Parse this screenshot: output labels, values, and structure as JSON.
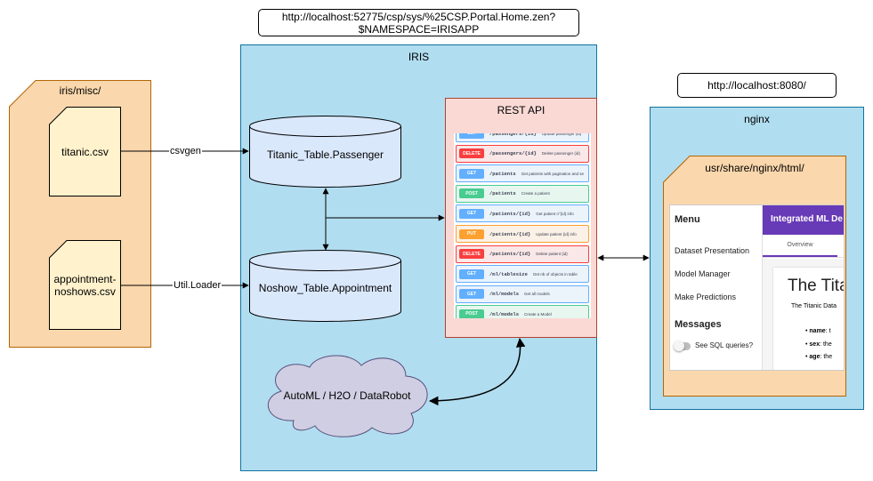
{
  "urls": {
    "iris_portal": "http://localhost:52775/csp/sys/%25CSP.Portal.Home.zen?\n$NAMESPACE=IRISAPP",
    "nginx_host": "http://localhost:8080/"
  },
  "misc_folder": {
    "title": "iris/misc/",
    "files": [
      "titanic.csv",
      "appointment-\nnoshows.csv"
    ]
  },
  "iris": {
    "title": "IRIS",
    "tables": [
      "Titanic_Table.Passenger",
      "Noshow_Table.Appointment"
    ],
    "cloud": "AutoML / H2O / DataRobot"
  },
  "rest_api": {
    "title": "REST API",
    "endpoints": [
      {
        "method": "GET",
        "path": "/passengers/{id}",
        "desc": "Update passenger (id)"
      },
      {
        "method": "DELETE",
        "path": "/passengers/{id}",
        "desc": "Delete passenger (id)"
      },
      {
        "method": "GET",
        "path": "/patients",
        "desc": "Get patients with pagination and se"
      },
      {
        "method": "POST",
        "path": "/patients",
        "desc": "Create a patient"
      },
      {
        "method": "GET",
        "path": "/patients/{id}",
        "desc": "Get patient n°{id} info"
      },
      {
        "method": "PUT",
        "path": "/patients/{id}",
        "desc": "Update patient {id} info"
      },
      {
        "method": "DELETE",
        "path": "/patients/{id}",
        "desc": "Delete patient {id}"
      },
      {
        "method": "GET",
        "path": "/ml/tablesize",
        "desc": "Get nb of objects in table"
      },
      {
        "method": "GET",
        "path": "/ml/models",
        "desc": "Get all models"
      },
      {
        "method": "POST",
        "path": "/ml/models",
        "desc": "Create a Model"
      }
    ],
    "method_colors": {
      "GET": {
        "badge": "#61affe",
        "bg": "#ebf3fb",
        "border": "#61affe"
      },
      "POST": {
        "badge": "#49cc90",
        "bg": "#e8f6f0",
        "border": "#49cc90"
      },
      "PUT": {
        "badge": "#fca130",
        "bg": "#fbf1e6",
        "border": "#fca130"
      },
      "DELETE": {
        "badge": "#f93e3e",
        "bg": "#fae7e7",
        "border": "#f93e3e"
      }
    }
  },
  "edges": {
    "csvgen": "csvgen",
    "util_loader": "Util.Loader"
  },
  "nginx": {
    "title": "nginx",
    "folder": "usr/share/nginx/html/",
    "app": {
      "menu_title": "Menu",
      "menu_items": [
        "Dataset Presentation",
        "Model Manager",
        "Make Predictions"
      ],
      "messages_title": "Messages",
      "toggle_label": "See SQL queries?",
      "header": "Integrated ML De",
      "tab": "Overview",
      "heading": "The Tita",
      "subtext": "The Titanic Data",
      "bullets": [
        {
          "key": "name",
          "rest": ": t"
        },
        {
          "key": "sex",
          "rest": ": the"
        },
        {
          "key": "age",
          "rest": ": the"
        }
      ]
    }
  },
  "colors": {
    "container_fill": "#b1ddf0",
    "container_stroke": "#10739e",
    "folder_fill": "#fad7ac",
    "folder_stroke": "#b46504",
    "file_fill": "#fff2cc",
    "api_fill": "#fad9d5",
    "api_stroke": "#ae4132",
    "cloud_fill": "#d0cee2",
    "cloud_stroke": "#56517e",
    "db_fill": "#dae8fc",
    "app_header": "#673ab7"
  }
}
